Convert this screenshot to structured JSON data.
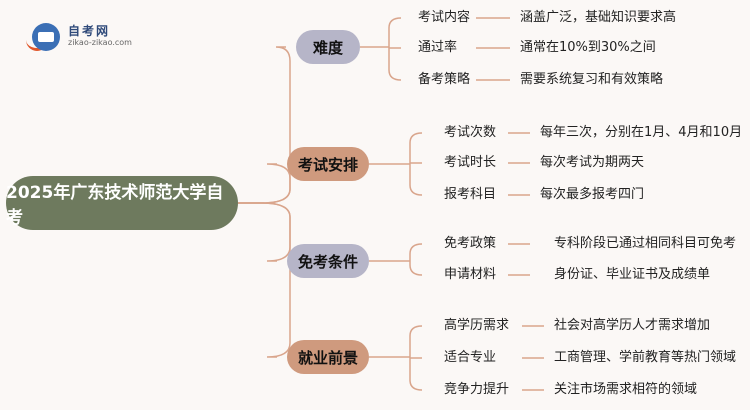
{
  "logo": {
    "name": "自考网",
    "domain": "zikao-zikao.com"
  },
  "root": "2025年广东技术师范大学自考",
  "colors": {
    "root": "#6e7a5e",
    "gray_branch": "#b6b5c8",
    "tan_branch": "#cf9a7e",
    "line": "#d9a58c"
  },
  "branches": [
    {
      "label": "难度",
      "style": "gray",
      "items": [
        {
          "label": "考试内容",
          "detail": "涵盖广泛，基础知识要求高"
        },
        {
          "label": "通过率",
          "detail": "通常在10%到30%之间"
        },
        {
          "label": "备考策略",
          "detail": "需要系统复习和有效策略"
        }
      ]
    },
    {
      "label": "考试安排",
      "style": "tan",
      "items": [
        {
          "label": "考试次数",
          "detail": "每年三次，分别在1月、4月和10月"
        },
        {
          "label": "考试时长",
          "detail": "每次考试为期两天"
        },
        {
          "label": "报考科目",
          "detail": "每次最多报考四门"
        }
      ]
    },
    {
      "label": "免考条件",
      "style": "gray",
      "items": [
        {
          "label": "免考政策",
          "detail": "专科阶段已通过相同科目可免考"
        },
        {
          "label": "申请材料",
          "detail": "身份证、毕业证书及成绩单"
        }
      ]
    },
    {
      "label": "就业前景",
      "style": "tan",
      "items": [
        {
          "label": "高学历需求",
          "detail": "社会对高学历人才需求增加"
        },
        {
          "label": "适合专业",
          "detail": "工商管理、学前教育等热门领域"
        },
        {
          "label": "竞争力提升",
          "detail": "关注市场需求相符的领域"
        }
      ]
    }
  ]
}
